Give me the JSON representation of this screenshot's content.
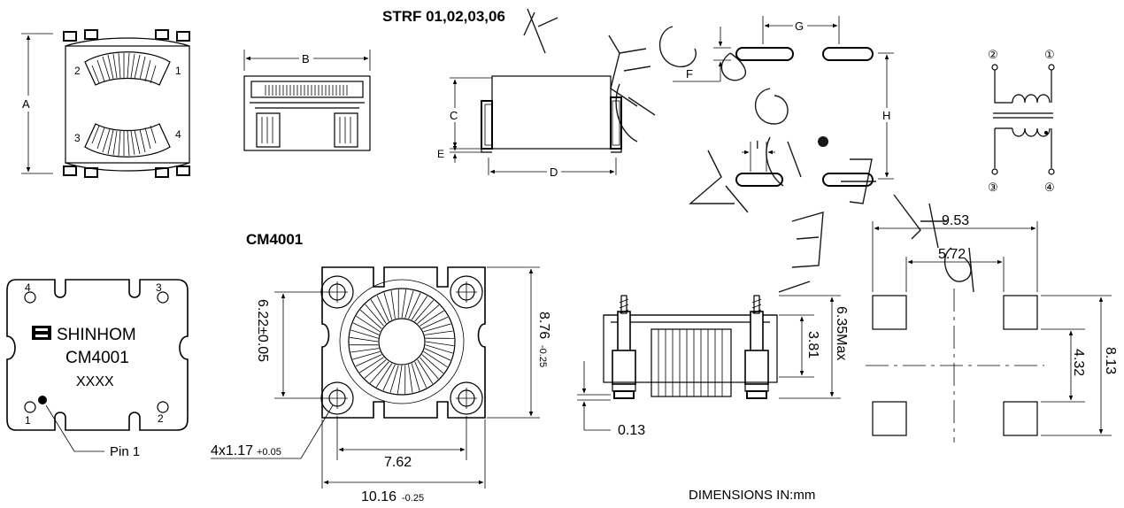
{
  "titles": {
    "strf": "STRF 01,02,03,06",
    "cm4001": "CM4001",
    "units": "DIMENSIONS IN:mm"
  },
  "strf_labels": {
    "a": "A",
    "b": "B",
    "c": "C",
    "d": "D",
    "e": "E",
    "f": "F",
    "g": "G",
    "h": "H",
    "i": "I"
  },
  "pins": {
    "p1": "1",
    "p2": "2",
    "p3": "3",
    "p4": "4"
  },
  "schematic_pins": {
    "p2": "②",
    "p1": "①",
    "p3": "③",
    "p4": "④"
  },
  "marking": {
    "brand": "SHINHOM",
    "part": "CM4001",
    "code": "XXXX",
    "pin1": "Pin 1"
  },
  "cm_dims": {
    "height_tol": "6.22±0.05",
    "height_total": "8.76",
    "height_total_tol": "-0.25",
    "hole": "4x1.17",
    "hole_tol": "+0.05",
    "spacing": "7.62",
    "width_total": "10.16",
    "width_total_tol": "-0.25",
    "side_h": "3.81",
    "side_max": "6.35Max",
    "standoff": "0.13"
  },
  "pad_dims": {
    "outer_w": "9.53",
    "inner_w": "5.72",
    "pitch_v": "4.32",
    "outer_h": "8.13"
  }
}
